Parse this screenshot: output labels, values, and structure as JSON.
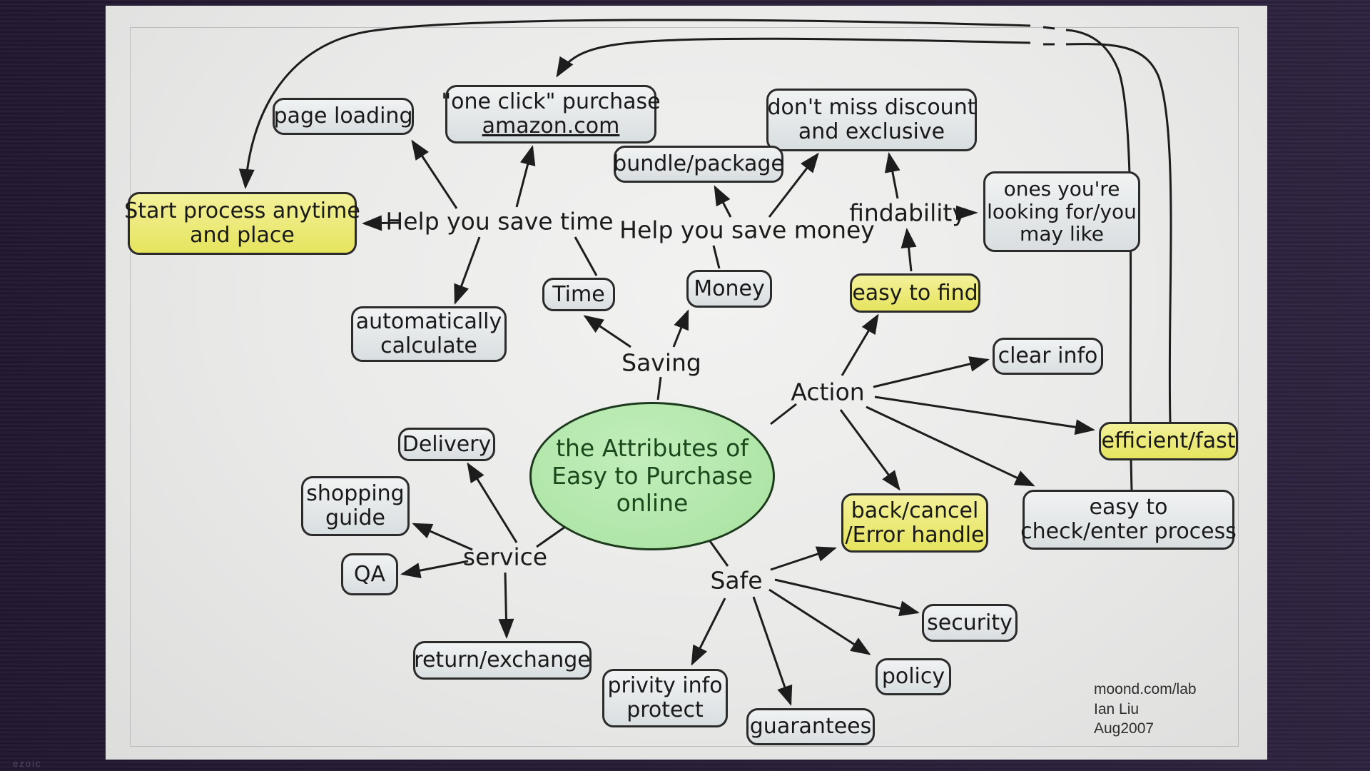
{
  "center": {
    "line1": "the Attributes of",
    "line2": "Easy to Purchase",
    "line3": "online"
  },
  "labels": {
    "help_time": "Help you save time",
    "help_money": "Help you save money",
    "findability": "findability",
    "saving": "Saving",
    "action": "Action",
    "service": "service",
    "safe": "Safe"
  },
  "nodes": {
    "page_loading": {
      "lines": [
        "page loading"
      ]
    },
    "one_click": {
      "lines": [
        "\"one click\" purchase",
        "amazon.com"
      ]
    },
    "dont_miss": {
      "lines": [
        "don't miss discount",
        "and exclusive"
      ]
    },
    "bundle": {
      "lines": [
        "bundle/package"
      ]
    },
    "ones_youre": {
      "lines": [
        "ones you're",
        "looking for/you",
        "may like"
      ]
    },
    "start_process": {
      "lines": [
        "Start process anytime",
        "and place"
      ]
    },
    "auto_calc": {
      "lines": [
        "automatically",
        "calculate"
      ]
    },
    "time": {
      "lines": [
        "Time"
      ]
    },
    "money": {
      "lines": [
        "Money"
      ]
    },
    "easy_find": {
      "lines": [
        "easy to find"
      ]
    },
    "clear_info": {
      "lines": [
        "clear info"
      ]
    },
    "efficient": {
      "lines": [
        "efficient/fast"
      ]
    },
    "easy_check": {
      "lines": [
        "easy to",
        "check/enter process"
      ]
    },
    "back_cancel": {
      "lines": [
        "back/cancel",
        "/Error handle"
      ]
    },
    "delivery": {
      "lines": [
        "Delivery"
      ]
    },
    "shopping": {
      "lines": [
        "shopping",
        "guide"
      ]
    },
    "qa": {
      "lines": [
        "QA"
      ]
    },
    "return_exch": {
      "lines": [
        "return/exchange"
      ]
    },
    "privity": {
      "lines": [
        "privity info",
        "protect"
      ]
    },
    "guarantees": {
      "lines": [
        "guarantees"
      ]
    },
    "policy": {
      "lines": [
        "policy"
      ]
    },
    "security": {
      "lines": [
        "security"
      ]
    }
  },
  "edges": [
    {
      "from": "help_time",
      "to": "page_loading",
      "arrow": true
    },
    {
      "from": "help_time",
      "to": "one_click",
      "arrow": true
    },
    {
      "from": "help_time",
      "to": "start_process",
      "arrow": true
    },
    {
      "from": "help_time",
      "to": "auto_calc",
      "arrow": true
    },
    {
      "from": "time",
      "to": "help_time",
      "arrow": false
    },
    {
      "from": "saving",
      "to": "time",
      "arrow": true
    },
    {
      "from": "saving",
      "to": "money",
      "arrow": true
    },
    {
      "from": "saving",
      "to": "center",
      "arrow": false
    },
    {
      "from": "money",
      "to": "help_money",
      "arrow": false
    },
    {
      "from": "help_money",
      "to": "bundle",
      "arrow": true
    },
    {
      "from": "help_money",
      "to": "dont_miss",
      "arrow": true
    },
    {
      "from": "findability",
      "to": "dont_miss",
      "arrow": true
    },
    {
      "from": "easy_find",
      "to": "findability",
      "arrow": true
    },
    {
      "from": "findability",
      "to": "ones_youre",
      "arrow": true
    },
    {
      "from": "action",
      "to": "easy_find",
      "arrow": true
    },
    {
      "from": "action",
      "to": "clear_info",
      "arrow": true
    },
    {
      "from": "action",
      "to": "efficient",
      "arrow": true
    },
    {
      "from": "action",
      "to": "easy_check",
      "arrow": true
    },
    {
      "from": "action",
      "to": "back_cancel",
      "arrow": true
    },
    {
      "from": "action",
      "to": "center",
      "arrow": false
    },
    {
      "from": "service",
      "to": "delivery",
      "arrow": true
    },
    {
      "from": "service",
      "to": "shopping",
      "arrow": true
    },
    {
      "from": "service",
      "to": "qa",
      "arrow": true
    },
    {
      "from": "service",
      "to": "return_exch",
      "arrow": true
    },
    {
      "from": "service",
      "to": "center",
      "arrow": false
    },
    {
      "from": "safe",
      "to": "back_cancel",
      "arrow": true
    },
    {
      "from": "safe",
      "to": "security",
      "arrow": true
    },
    {
      "from": "safe",
      "to": "policy",
      "arrow": true
    },
    {
      "from": "safe",
      "to": "guarantees",
      "arrow": true
    },
    {
      "from": "safe",
      "to": "privity",
      "arrow": true
    },
    {
      "from": "safe",
      "to": "center",
      "arrow": false
    },
    {
      "from": "easy_check",
      "to": "start_process",
      "arrow": true
    },
    {
      "from": "efficient",
      "to": "one_click",
      "arrow": true
    }
  ],
  "credits": {
    "line1": "moond.com/lab",
    "line2": "Ian Liu",
    "line3": "Aug2007"
  },
  "watermark": "ezoic",
  "colors": {
    "node_fill": "#e3e7e8",
    "node_border": "#2b2b2b",
    "yellow_fill": "#ecea7b",
    "green_fill": "#b2e7ab",
    "green_border": "#1d3a1d",
    "green_text": "#1b491c",
    "arrow": "#1d1d1d",
    "frame_purple": "#271d35",
    "slide_bg": "#eaeae9"
  }
}
